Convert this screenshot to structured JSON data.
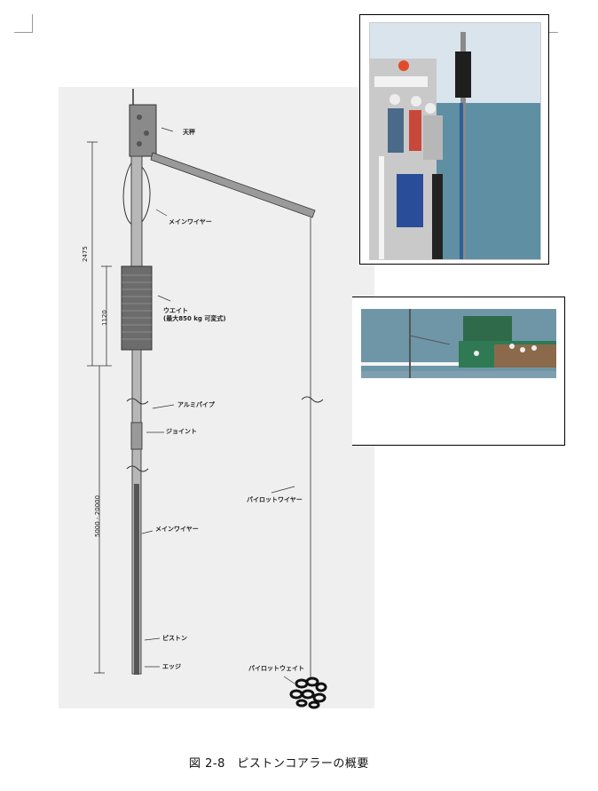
{
  "figure": {
    "caption": "図 2-8　ピストンコアラーの概要",
    "labels": {
      "tenbin": "天秤",
      "main_wire_top": "メインワイヤー",
      "weight": "ウエイト",
      "weight_note": "(最大850 kg 可変式)",
      "alumi_pipe": "アルミパイプ",
      "joint": "ジョイント",
      "pilot_wire": "パイロットワイヤー",
      "main_wire_bottom": "メインワイヤー",
      "piston": "ピストン",
      "edge": "エッジ",
      "pilot_weight": "パイロットウェイト"
    },
    "dimensions": {
      "d1": "2475",
      "d2": "1120",
      "d3": "5000 - 20000"
    }
  },
  "colors": {
    "sea": "#5f8fa3",
    "sky": "#d9e4ec",
    "pipe_gray": "#9a9a9a"
  }
}
